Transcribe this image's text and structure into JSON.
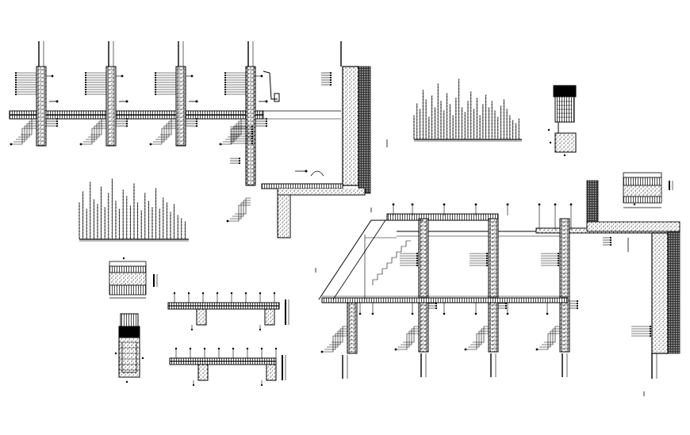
{
  "drawing": {
    "ink_color": "#000000",
    "paper_color": "#ffffff",
    "hatch_fill": "#bdbdbd",
    "components": [
      "structural-section-left",
      "structural-section-right",
      "annotation-block-upper",
      "annotation-block-lower",
      "column-detail-upper-right",
      "column-detail-lower-left",
      "slab-detail-right",
      "slab-detail-left",
      "beam-detail-upper",
      "beam-detail-lower"
    ]
  }
}
